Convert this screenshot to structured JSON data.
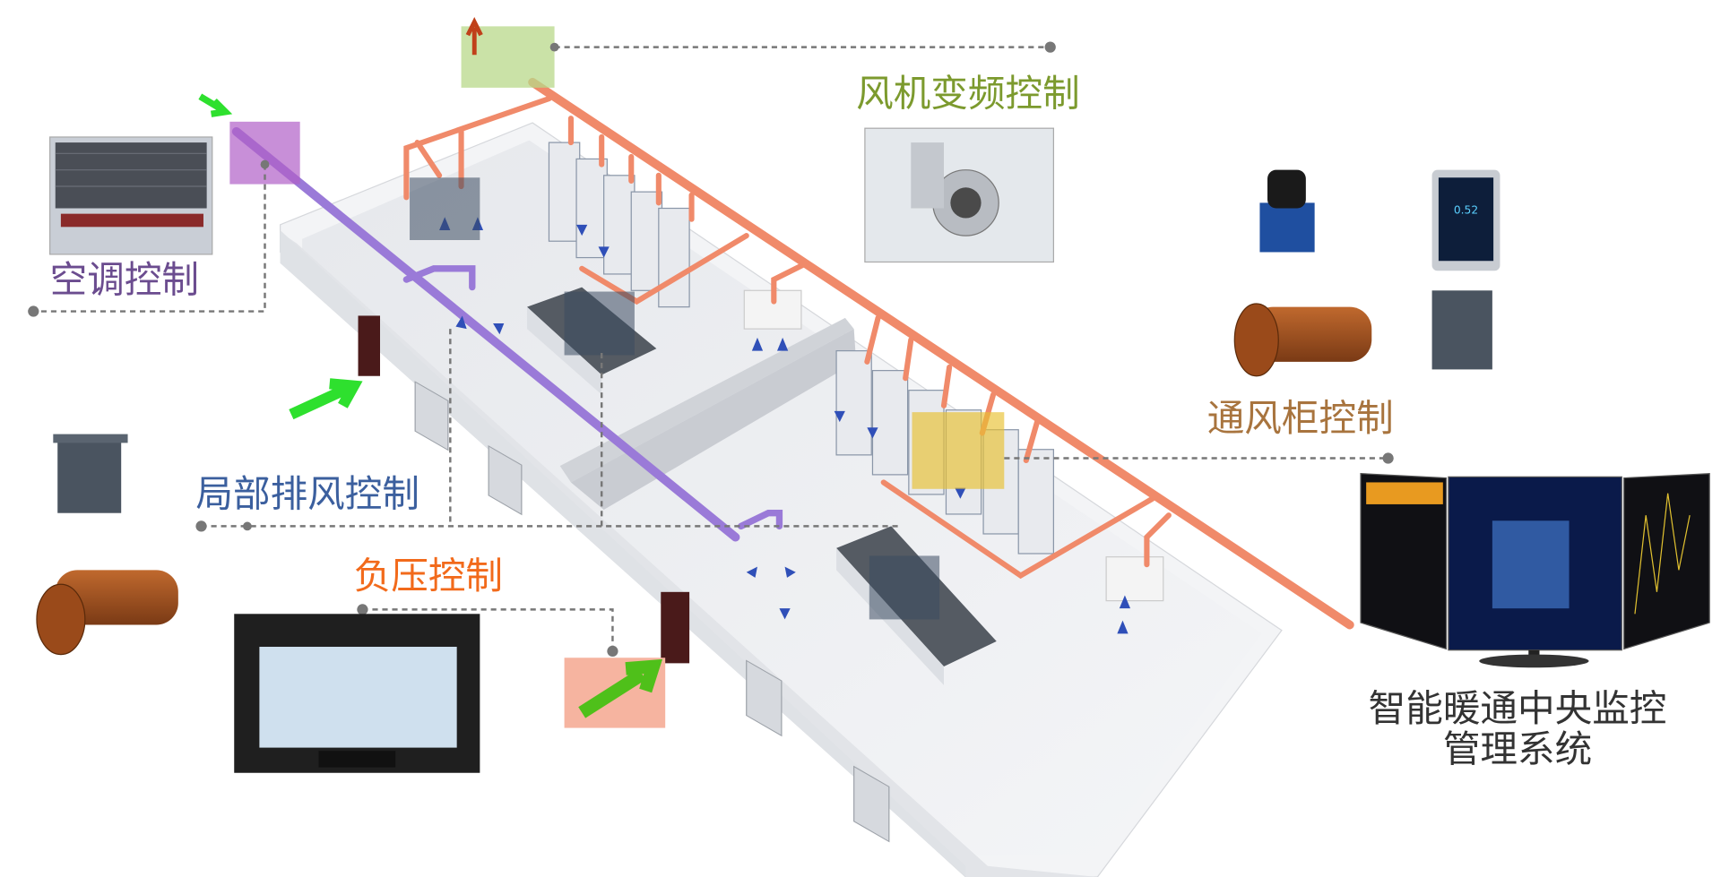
{
  "labels": {
    "ac": "空调控制",
    "fan": "风机变频控制",
    "hood": "通风柜控制",
    "local_exhaust": "局部排风控制",
    "negative_pressure": "负压控制",
    "central_line1": "智能暖通中央监控",
    "central_line2": "管理系统"
  },
  "colors": {
    "ac": "#6b4c8f",
    "fan": "#7c9a2e",
    "hood": "#a8743e",
    "local_exhaust": "#3b5f9e",
    "negative_pressure": "#f26a1b",
    "central": "#333333",
    "exhaust_pipe": "#f08a6a",
    "supply_pipe": "#9a7ad8"
  },
  "monitor": {
    "screen_readout": "0.52"
  }
}
